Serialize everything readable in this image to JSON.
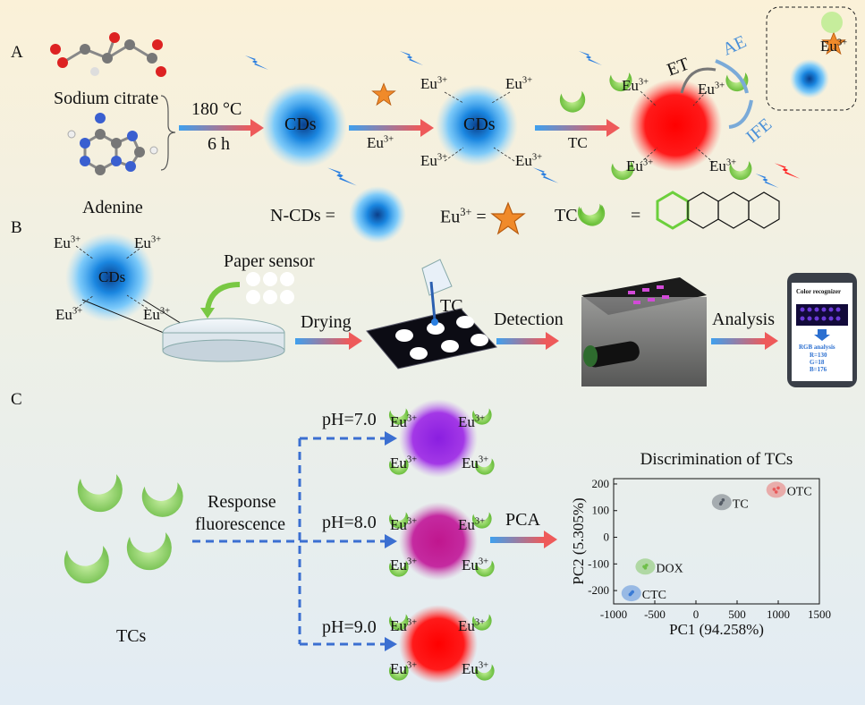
{
  "panels": {
    "a": "A",
    "b": "B",
    "c": "C"
  },
  "panel_a": {
    "reactant_1": "Sodium citrate",
    "reactant_2": "Adenine",
    "temperature": "180 °C",
    "time": "6 h",
    "cd_label": "CDs",
    "eu_reagent": "Eu",
    "tc_reagent": "TC",
    "eu_ion": "Eu",
    "ion_charge": "3+",
    "et_label": "ET",
    "ae_label": "AE",
    "ife_label": "IFE"
  },
  "legend": {
    "ncds_lhs": "N-CDs =",
    "eu_lhs": "Eu",
    "eu_eq": "=",
    "tc_lhs": "TC",
    "tc_eq": "="
  },
  "panel_b": {
    "paper_sensor": "Paper sensor",
    "drying": "Drying",
    "tc": "TC",
    "detection": "Detection",
    "analysis": "Analysis",
    "phone": {
      "app_title": "Color recognizer",
      "rgb_title": "RGB analysis",
      "r": "R=130",
      "g": "G=18",
      "b": "B=176"
    }
  },
  "panel_c": {
    "source": "TCs",
    "response_1": "Response",
    "response_2": "fluorescence",
    "ph_1": "pH=7.0",
    "ph_2": "pH=8.0",
    "ph_3": "pH=9.0",
    "pca": "PCA"
  },
  "colors": {
    "cd_blue": "#1a86e0",
    "red_emission": "#ff1010",
    "purple_emission": "#9c2ce0",
    "magenta_emission": "#c0249c",
    "tc_green": "#8fd65a",
    "eu_orange": "#f08a2a",
    "arrow_blue": "#4aa3e8",
    "arrow_red": "#ef5a5a",
    "dash_blue": "#3b6fd1"
  },
  "chart_data": {
    "type": "scatter",
    "title": "Discrimination of TCs",
    "xlabel": "PC1 (94.258%)",
    "ylabel": "PC2 (5.305%)",
    "xlim": [
      -1000,
      1500
    ],
    "ylim": [
      -250,
      220
    ],
    "xticks": [
      "-1000",
      "-500",
      "0",
      "500",
      "1000",
      "1500"
    ],
    "yticks": [
      "-200",
      "-100",
      "0",
      "100",
      "200"
    ],
    "series": [
      {
        "name": "OTC",
        "color": "#e85a5a",
        "points": [
          [
            950,
            180
          ],
          [
            1000,
            185
          ],
          [
            975,
            170
          ]
        ]
      },
      {
        "name": "TC",
        "color": "#555c66",
        "points": [
          [
            300,
            125
          ],
          [
            330,
            140
          ],
          [
            310,
            130
          ]
        ]
      },
      {
        "name": "DOX",
        "color": "#6fbf4a",
        "points": [
          [
            -630,
            -110
          ],
          [
            -600,
            -105
          ],
          [
            -615,
            -115
          ]
        ]
      },
      {
        "name": "CTC",
        "color": "#3a7bd5",
        "points": [
          [
            -800,
            -215
          ],
          [
            -770,
            -205
          ],
          [
            -785,
            -210
          ]
        ]
      }
    ]
  }
}
